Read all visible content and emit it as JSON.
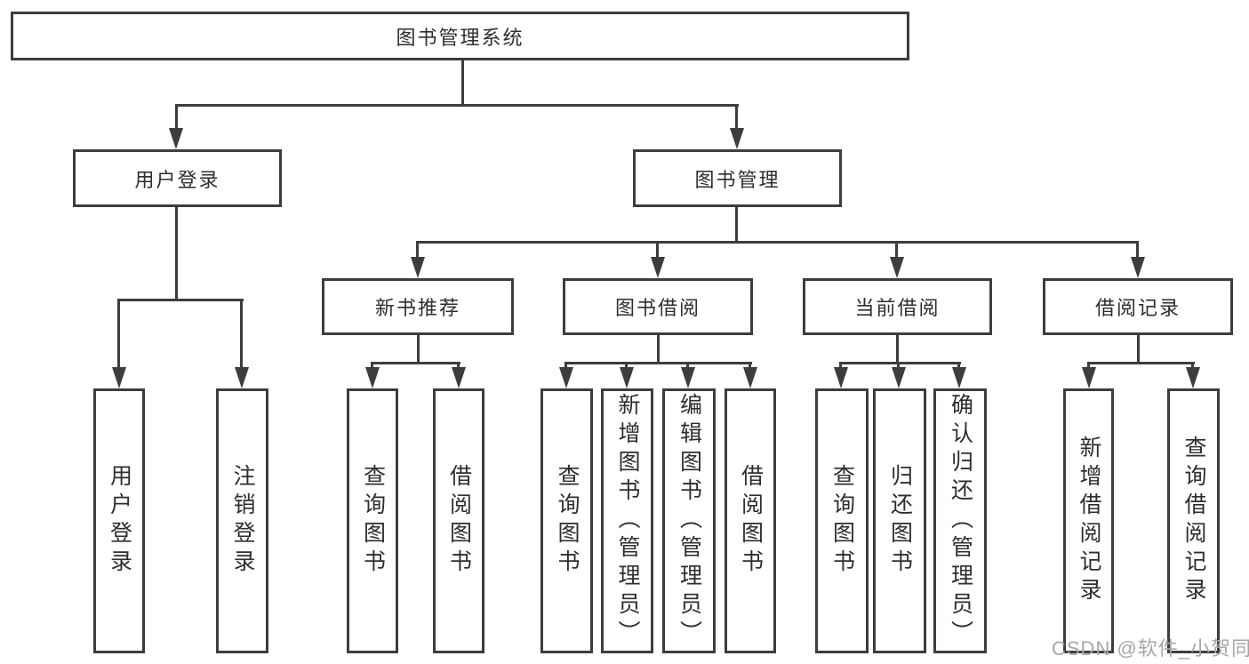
{
  "tree": {
    "label": "图书管理系统",
    "children": [
      {
        "label": "用户登录",
        "children": [
          {
            "label": "用户登录"
          },
          {
            "label": "注销登录"
          }
        ]
      },
      {
        "label": "图书管理",
        "children": [
          {
            "label": "新书推荐",
            "children": [
              {
                "label": "查询图书"
              },
              {
                "label": "借阅图书"
              }
            ]
          },
          {
            "label": "图书借阅",
            "children": [
              {
                "label": "查询图书"
              },
              {
                "label": "新增图书（管理员）"
              },
              {
                "label": "编辑图书（管理员）"
              },
              {
                "label": "借阅图书"
              }
            ]
          },
          {
            "label": "当前借阅",
            "children": [
              {
                "label": "查询图书"
              },
              {
                "label": "归还图书"
              },
              {
                "label": "确认归还（管理员）"
              }
            ]
          },
          {
            "label": "借阅记录",
            "children": [
              {
                "label": "新增借阅记录"
              },
              {
                "label": "查询借阅记录"
              }
            ]
          }
        ]
      }
    ]
  },
  "watermark": "CSDN @软件_小贺同学",
  "colors": {
    "line": "#3d3d3d",
    "text": "#2e2e2e",
    "watermark": "#a6a6a6",
    "background": "#ffffff"
  }
}
